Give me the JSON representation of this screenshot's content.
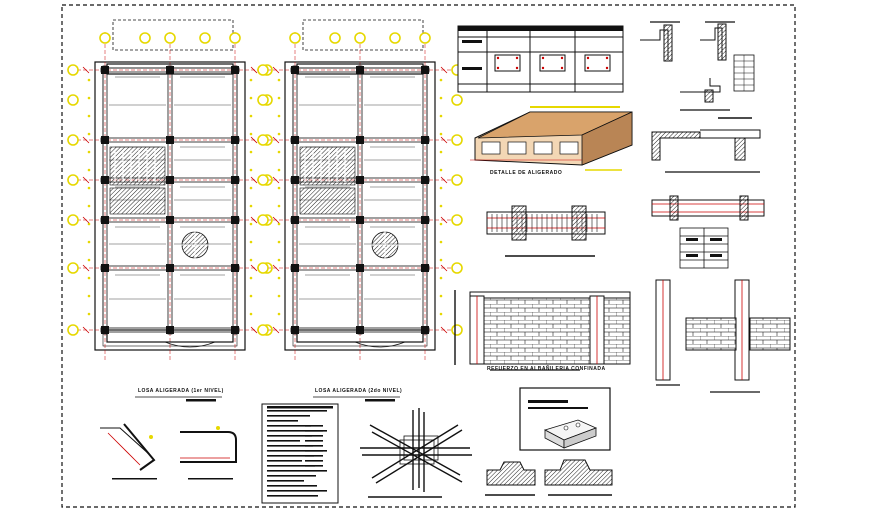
{
  "sheet": {
    "labels": {
      "plan_1": "LOSA ALIGERADA (1er NIVEL)",
      "plan_2": "LOSA ALIGERADA (2do NIVEL)",
      "slab_detail": "DETALLE DE ALIGERADO",
      "masonry": "REFUERZO EN ALBAÑILERIA CONFINADA"
    }
  },
  "colors": {
    "line": "#111111",
    "dimension": "#c00000",
    "axis_bubble": "#e6d800",
    "hatch": "#222222",
    "slab_fill": "#d9a36b"
  }
}
